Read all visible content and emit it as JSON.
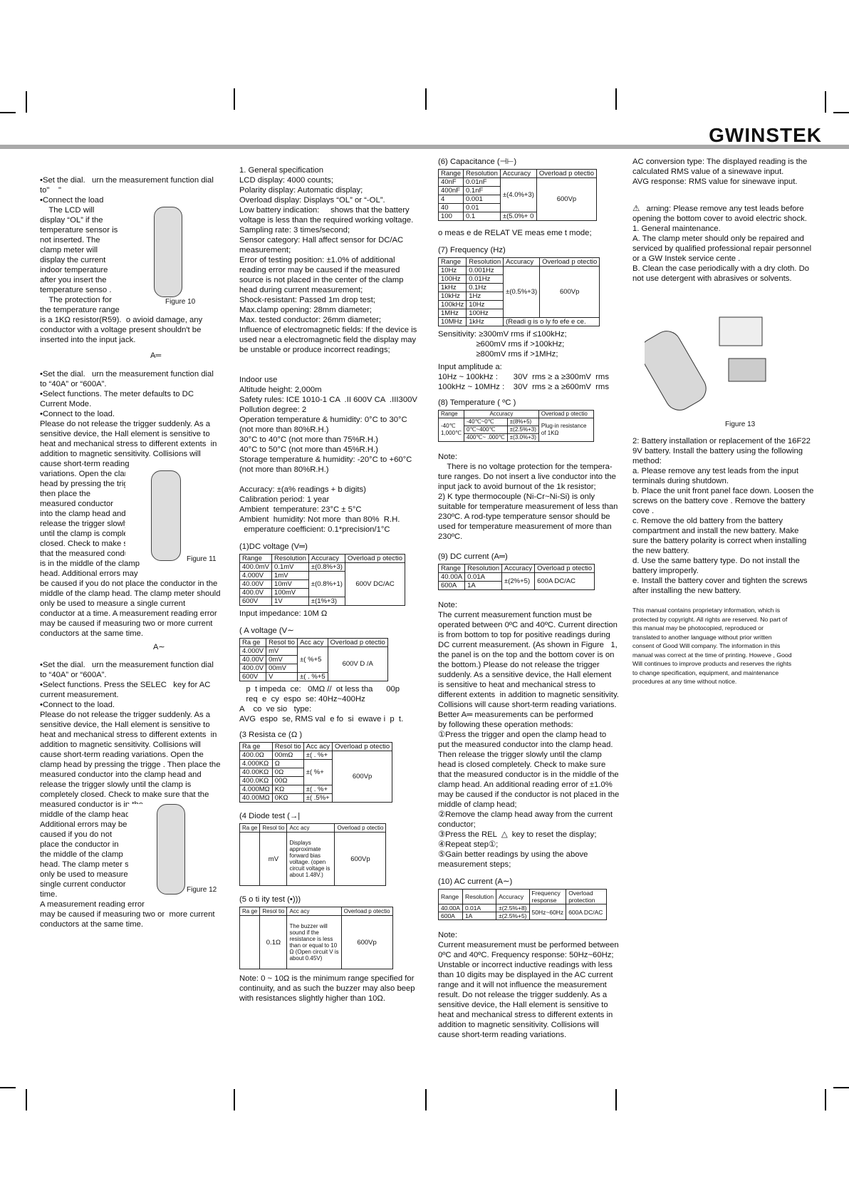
{
  "brand": {
    "logo": "GWINSTEK"
  },
  "col1": {
    "p1": [
      "•Set the dial.   urn the measurement function dial",
      "to\"    \"",
      "•Connect the load",
      "    The LCD will",
      "display “OL” if the",
      "temperature sensor is",
      "not inserted. The",
      "clamp meter will",
      "display the current",
      "indoor temperature",
      "after you insert the",
      "temperature senso .",
      "    The protection for",
      "the temperature range",
      "is a 1KΩ resistor(R59).  o avioid damage, any",
      "conductor with a voltage present shouldn't be",
      "inserted into the input jack."
    ],
    "fig10": "Figure 10",
    "dc_mark": "A═",
    "p2": [
      "•Set the dial.   urn the measurement function dial",
      "to “40A” or “600A”.",
      "•Select functions. The meter defaults to DC",
      "Current Mode.",
      "•Connect to the load.",
      "Please do not release the trigger suddenly. As a",
      "sensitive device, the Hall element is sensitive to",
      "heat and mechanical stress to different extents  in",
      "addition to magnetic sensitivity. Collisions will",
      "cause short-term reading",
      "variations. Open the clamp",
      "head by pressing the trigge ,",
      "then place the",
      "measured conductor",
      "into the clamp head and",
      "release the trigger slowly",
      "until the clamp is completely",
      "closed. Check to make sure",
      "that the measured conductor",
      "is in the middle of the clamp",
      "head. Additional errors may",
      "be caused if you do not place the conductor in the",
      "middle of the clamp head. The clamp meter should",
      "only be used to measure a single current",
      "conductor at a time. A measurement reading error",
      "may be caused if measuring two or more current",
      "conductors at the same time."
    ],
    "fig11": "Figure 11",
    "ac_mark": "A∼",
    "p3": [
      "•Set the dial.   urn the measurement function dial",
      "to “40A” or “600A”.",
      "•Select functions. Press the SELEC   key for AC",
      "current measurement.",
      "•Connect to the load.",
      "Please do not release the trigger suddenly. As a",
      "sensitive device, the Hall element is sensitive to",
      "heat and mechanical stress to different extents  in",
      "addition to magnetic sensitivity. Collisions will",
      "cause short-term reading variations. Open the",
      "clamp head by pressing the trigge . Then place the",
      "measured conductor into the clamp head and",
      "release the trigger slowly until the clamp is",
      "completely closed. Check to make sure that the",
      "measured conductor is in the",
      "middle of the clamp head.",
      "Additional errors may be",
      "caused if you do not",
      "place the conductor in",
      "the middle of the clamp",
      "head. The clamp meter should",
      "only be used to measure a",
      "single current conductor at a",
      "time.",
      "A measurement reading error",
      "may be caused if measuring two or  more current",
      "conductors at the same time."
    ],
    "fig12": "Figure 12"
  },
  "col2": {
    "p1": [
      "1. General specification",
      "LCD display: 4000 counts;",
      "Polarity display: Automatic display;",
      "Overload display: Displays “OL” or “-OL”.",
      "Low battery indication:     shows that the battery",
      "voltage is less than the required working voltage.",
      "Sampling rate: 3 times/second;",
      "Sensor category: Hall affect sensor for DC/AC",
      "measurement;",
      "Error of testing position: ±1.0% of additional",
      "reading error may be caused if the measured",
      "source is not placed in the center of the clamp",
      "head during current measurement;",
      "Shock-resistant: Passed 1m drop test;",
      "Max.clamp opening: 28mm diameter;",
      "Max. tested conductor: 26mm diameter;",
      "Influence of electromagnetic fields: If the device is",
      "used near a electromagnetic field the display may",
      "be unstable or produce incorrect readings;"
    ],
    "p2": [
      "Indoor use",
      "Altitude height: 2,000m",
      "Safety rules: ICE 1010-1 CA  .II 600V CA  .III300V",
      "Pollution degree: 2",
      "Operation temperature & humidity: 0°C to 30°C",
      "(not more than 80%R.H.)",
      "30°C to 40°C (not more than 75%R.H.)",
      "40°C to 50°C (not more than 45%R.H.)",
      "Storage temperature & humidity: -20°C to +60°C",
      "(not more than 80%R.H.)"
    ],
    "p3": [
      "Accuracy: ±(a% readings + b digits)",
      "Calibration period: 1 year",
      "Ambient  temperature: 23°C ± 5°C",
      "Ambient  humidity: Not more  than 80%  R.H.",
      "  emperature coefficient: 0.1*precision/1°C"
    ],
    "dcv_title": "(1)DC voltage (V═)",
    "dcv_head": [
      "Range",
      "Resolution",
      "Accuracy",
      "Overload p otectio"
    ],
    "dcv_rows": [
      [
        "400.0mV",
        "0.1mV"
      ],
      [
        "4.000V",
        "1mV"
      ],
      [
        "40.00V",
        "10mV"
      ],
      [
        "400.0V",
        "100mV"
      ],
      [
        "600V",
        "1V"
      ]
    ],
    "dcv_acc": [
      "±(0.8%+3)",
      "±(0.8%+1)",
      "±(1%+3)"
    ],
    "dcv_prot": "600V DC/AC",
    "dcv_note": "Input impedance: 10M Ω",
    "acv_title": "(   A   voltage (V∼",
    "acv_head": [
      "Ra  ge",
      "Resol  tio",
      "Acc   acy",
      "Overload p otectio"
    ],
    "acv_rows": [
      [
        "4.000V",
        "   mV"
      ],
      [
        "40.00V",
        "0mV"
      ],
      [
        "400.0V",
        "00mV"
      ],
      [
        "600V",
        "V"
      ]
    ],
    "acv_acc": [
      "±(  %+5",
      "±(  . %+5"
    ],
    "acv_prot": "600V D   /A",
    "acv_notes": [
      "   p  t impeda  ce:   0MΩ //  ot less tha      00p",
      "   req  e  cy  espo  se: 40Hz~400Hz",
      "A    co  ve sio   type:",
      "AVG  espo  se, RMS val  e fo  si  ewave i  p  t."
    ],
    "res_title": "(3  Resista  ce (Ω )",
    "res_head": [
      "Ra  ge",
      "Resol  tio",
      "Acc   acy",
      "Overload p otectio"
    ],
    "res_rows": [
      [
        "400.0Ω",
        "   00mΩ",
        "±(  .  %+"
      ],
      [
        "4.000KΩ",
        "Ω",
        ""
      ],
      [
        "40.00KΩ",
        "0Ω",
        "±(  %+"
      ],
      [
        "400.0KΩ",
        "00Ω",
        ""
      ],
      [
        "4.000MΩ",
        "KΩ",
        "±(  .  %+"
      ],
      [
        "40.00MΩ",
        "0KΩ",
        "±(  .5%+"
      ]
    ],
    "res_prot": "600Vp",
    "diode_title": "(4  Diode test (→|",
    "diode_head": [
      "Ra  ge",
      "Resol  tio",
      "Acc   acy",
      "Overload p otectio"
    ],
    "diode_res": "mV",
    "diode_acc": [
      "Displays",
      "approximate",
      "forward bias",
      "voltage. (open",
      "circuit voltage is",
      "about 1.48V.)"
    ],
    "diode_prot": "600Vp",
    "cont_title": "(5     o  ti    ity test (•)))",
    "cont_head": [
      "Ra  ge",
      "Resol  tio",
      "Acc   acy",
      "Overload p otectio"
    ],
    "cont_res": "0.1Ω",
    "cont_acc": [
      "The buzzer will",
      "sound if the",
      "resistance is less",
      "than or equal to 10",
      "Ω (Open circuit V is",
      "about 0.45V)"
    ],
    "cont_prot": "600Vp",
    "note": [
      "Note: 0 ~ 10Ω is the minimum range specified for",
      "continuity, and as such the buzzer may also beep",
      "with resistances slightly higher than 10Ω."
    ]
  },
  "col3": {
    "cap_title": "(6) Capacitance (⊣⊢)",
    "cap_head": [
      "Range",
      "Resolution",
      "Accuracy",
      "Overload p otectio"
    ],
    "cap_rows": [
      [
        "40nF",
        "0.01nF"
      ],
      [
        "400nF",
        "0.1nF"
      ],
      [
        "4",
        "0.001"
      ],
      [
        "40",
        "0.01"
      ],
      [
        "100",
        "0.1"
      ]
    ],
    "cap_acc": [
      "±(4.0%+3)",
      "±(5.0%+  0"
    ],
    "cap_prot": "600Vp",
    "cap_note": "  o meas   e    de  RELAT VE meas   eme  t mode;",
    "freq_title": "(7) Frequency (Hz)",
    "freq_head": [
      "Range",
      "Resolution",
      "Accuracy",
      "Overload p otectio"
    ],
    "freq_rows": [
      [
        "10Hz",
        "0.001Hz"
      ],
      [
        "100Hz",
        "0.01Hz"
      ],
      [
        "1kHz",
        "0.1Hz"
      ],
      [
        "10kHz",
        "1Hz"
      ],
      [
        "100kHz",
        "10Hz"
      ],
      [
        "1MHz",
        "100Hz"
      ],
      [
        "10MHz",
        "1kHz"
      ]
    ],
    "freq_acc": [
      "±(0.5%+3)",
      "(Readi  g is o  ly fo   efe e  ce."
    ],
    "freq_prot": "600Vp",
    "sens": [
      "Sensitivity: ≥300mV rms if ≤100kHz;",
      "                 ≥600mV rms if >100kHz;",
      "                 ≥800mV rms if >1MHz;"
    ],
    "ampl": [
      "Input amplitude a:",
      "10Hz ~ 100kHz :       30V  rms ≥ a ≥300mV  rms",
      "100kHz ~ 10MHz :    30V  rms ≥ a ≥600mV  rms"
    ],
    "temp_title": "(8) Temperature ( ºC )",
    "temp_head": [
      "Range",
      "Accuracy",
      "Overload p otectio"
    ],
    "temp_range": "-40℃ 1,000℃",
    "temp_rows": [
      [
        "-40℃~0℃",
        "±(8%+5)"
      ],
      [
        "0℃~400℃",
        "±(2.5%+3)"
      ],
      [
        "400℃~ .000℃",
        "±(3.0%+3)"
      ]
    ],
    "temp_prot": "Plug-in resistance of 1KΩ",
    "temp_note": [
      "Note:",
      "    There is no voltage protection for the tempera-",
      "ture ranges. Do not insert a live conductor into the",
      "input jack to avoid burnout of the 1k resistor;",
      "2) K type thermocouple (Ni-Cr~Ni-Si) is only",
      "suitable for temperature measurement of less than",
      "230ºC. A rod-type temperature sensor should be",
      "used for temperature measurement of more than",
      "230ºC."
    ],
    "dca_title": "(9) DC current (A═)",
    "dca_head": [
      "Range",
      "Resolution",
      "Accuracy",
      "Overload p otectio"
    ],
    "dca_rows": [
      [
        "40.00A",
        "0.01A"
      ],
      [
        "600A",
        "1A"
      ]
    ],
    "dca_acc": "±(2%+5)",
    "dca_prot": "600A DC/AC",
    "dca_note": [
      "Note:",
      "The current measurement function must be",
      "operated between 0ºC and 40ºC. Current direction",
      "is from bottom to top for positive readings during",
      "DC current measurement. (As shown in Figure   1,",
      "the panel is on the top and the bottom cover is on",
      "the bottom.) Please do not release the trigger",
      "suddenly. As a sensitive device, the Hall element",
      "is sensitive to heat and mechanical stress to",
      "different extents  in addition to magnetic sensitivity.",
      "Collisions will cause short-term reading variations.",
      "Better A═ measurements can be performed",
      "by following these operation methods:",
      "①Press the trigger and open the clamp head to",
      "put the measured conductor into the clamp head.",
      "Then release the trigger slowly until the clamp",
      "head is closed completely. Check to make sure",
      "that the measured conductor is in the middle of the",
      "clamp head. An additional reading error of ±1.0%",
      "may be caused if the conductor is not placed in the",
      "middle of clamp head;",
      "②Remove the clamp head away from the current",
      "conductor;",
      "③Press the REL  △  key to reset the display;",
      "④Repeat step①;",
      "⑤Gain better readings by using the above",
      "measurement steps;"
    ],
    "aca_title": "(10) AC current (A∼)",
    "aca_head": [
      "Range",
      "Resolution",
      "Accuracy",
      "Frequency response",
      "Overload protection"
    ],
    "aca_rows": [
      [
        "40.00A",
        "0.01A",
        "±(2.5%+8)"
      ],
      [
        "600A",
        "1A",
        "±(2.5%+5)"
      ]
    ],
    "aca_freq": "50Hz~60Hz",
    "aca_prot": "600A DC/AC",
    "aca_note": [
      "Note:",
      "Current measurement must be performed between",
      "0ºC and 40ºC. Frequency response: 50Hz~60Hz;",
      "Unstable or incorrect inductive readings with less",
      "than 10 digits may be displayed in the AC current",
      "range and it will not influence the measurement",
      "result. Do not release the trigger suddenly. As a",
      "sensitive device, the Hall element is sensitive to",
      "heat and mechanical stress to different extents in",
      "addition to magnetic sensitivity. Collisions will",
      "cause short-term reading variations."
    ]
  },
  "col4": {
    "p1": [
      "AC conversion type: The displayed reading is the",
      "calculated RMS value of a sinewave input.",
      "AVG response: RMS value for sinewave input."
    ],
    "p2": [
      "⚠   arning: Please remove any test leads before",
      "opening the bottom cover to avoid electric shock.",
      "1. General maintenance.",
      "A. The clamp meter should only be repaired and",
      "serviced by qualified professional repair personnel",
      "or a GW Instek service cente .",
      "B. Clean the case periodically with a dry cloth. Do",
      "not use detergent with abrasives or solvents."
    ],
    "fig13": "Figure 13",
    "p3": [
      "2: Battery installation or replacement of the 16F22",
      "9V battery. Install the battery using the following",
      "method:",
      "a. Please remove any test leads from the input",
      "terminals during shutdown.",
      "b. Place the unit front panel face down. Loosen the",
      "screws on the battery cove . Remove the battery",
      "cove .",
      "c. Remove the old battery from the battery",
      "compartment and install the new battery. Make",
      "sure the battery polarity is correct when installing",
      "the new battery.",
      "d. Use the same battery type. Do not install the",
      "battery improperly.",
      "e. Install the battery cover and tighten the screws",
      "after installing the new battery."
    ],
    "p4": [
      "This manual contains proprietary information, which is",
      "protected by copyright. All rights are reserved. No part of",
      "this manual may be photocopied, reproduced or",
      "translated to another language without prior written",
      "consent of Good Will company. The information in this",
      "manual was correct at the time of printing. Howeve , Good",
      "Will continues to improve products and reserves the rights",
      "to change specification, equipment, and maintenance",
      "procedures at any time without notice."
    ]
  }
}
